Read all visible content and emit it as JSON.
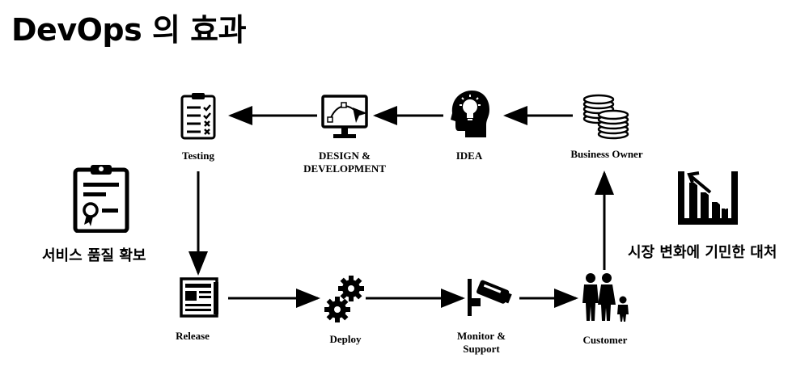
{
  "title": "DevOps 의 효과",
  "nodes": {
    "testing": "Testing",
    "design_line1": "DESIGN &",
    "design_line2": "DEVELOPMENT",
    "idea": "IDEA",
    "business_owner": "Business Owner",
    "release": "Release",
    "deploy": "Deploy",
    "monitor_line1": "Monitor &",
    "monitor_line2": "Support",
    "customer": "Customer"
  },
  "side_labels": {
    "left": "서비스 품질 확보",
    "right": "시장 변화에 기민한 대처"
  }
}
